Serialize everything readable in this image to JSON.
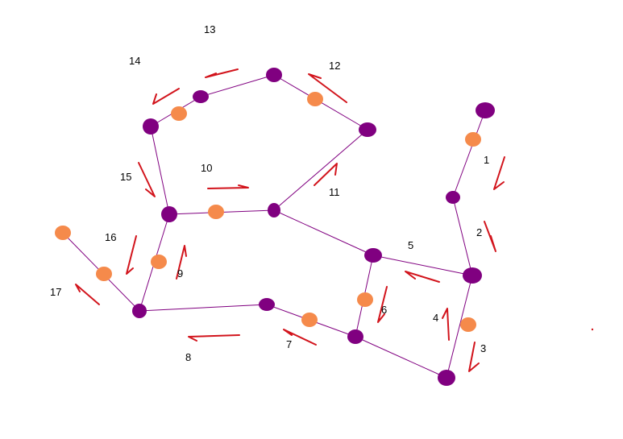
{
  "colors": {
    "node": "#800080",
    "edge": "#800080",
    "marker": "#f58a4b",
    "arrow": "#d2141c",
    "label": "#000000"
  },
  "step_labels": [
    "1",
    "2",
    "3",
    "4",
    "5",
    "6",
    "7",
    "8",
    "9",
    "10",
    "11",
    "12",
    "13",
    "14",
    "15",
    "16",
    "17"
  ]
}
